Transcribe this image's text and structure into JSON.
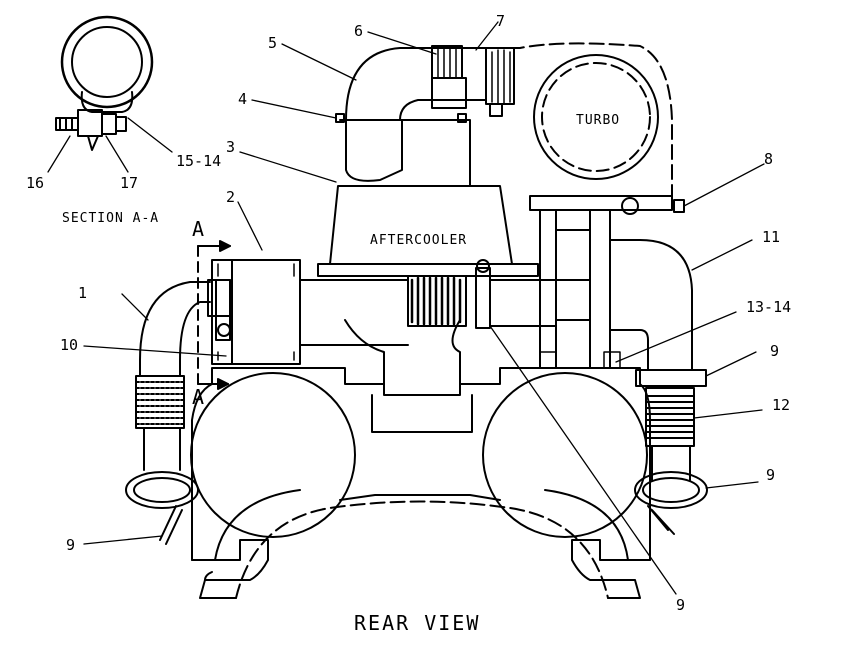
{
  "labels": {
    "c1": "1",
    "c2": "2",
    "c3": "3",
    "c4": "4",
    "c5": "5",
    "c6": "6",
    "c7": "7",
    "c8": "8",
    "c9a": "9",
    "c9b": "9",
    "c9c": "9",
    "c9d": "9",
    "c10": "10",
    "c11": "11",
    "c12": "12",
    "c13_14": "13-14",
    "c15_14": "15-14",
    "c16": "16",
    "c17": "17"
  },
  "section_label": "SECTION A-A",
  "section_marker_top": "A",
  "section_marker_bottom": "A",
  "turbo_label": "TURBO",
  "aftercooler_label": "AFTERCOOLER",
  "view_title": "REAR VIEW"
}
